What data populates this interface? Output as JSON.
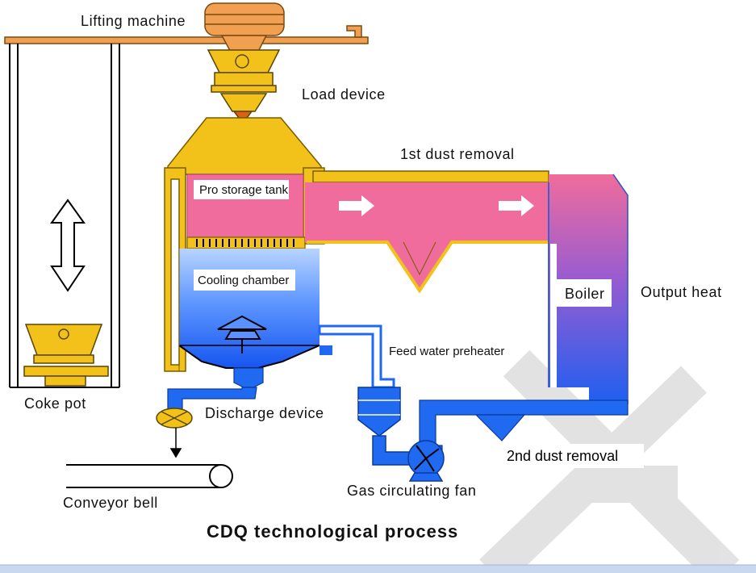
{
  "title": "CDQ technological process",
  "labels": {
    "lifting_machine": "Lifting machine",
    "load_device": "Load device",
    "first_dust_removal": "1st dust removal",
    "pro_storage_tank": "Pro storage tank",
    "cooling_chamber": "Cooling chamber",
    "boiler": "Boiler",
    "output_heat": "Output heat",
    "feed_water_preheater": "Feed water preheater",
    "coke_pot": "Coke pot",
    "discharge_device": "Discharge device",
    "second_dust_removal": "2nd dust removal",
    "conveyor_bell": "Conveyor bell",
    "gas_circulating_fan": "Gas circulating fan"
  },
  "colors": {
    "yellow": "#f2c21b",
    "yellow_dark": "#b08a00",
    "pink": "#f06c9c",
    "blue": "#1f6af0",
    "orange": "#f0a050",
    "watermark": "#d8d8d8"
  }
}
